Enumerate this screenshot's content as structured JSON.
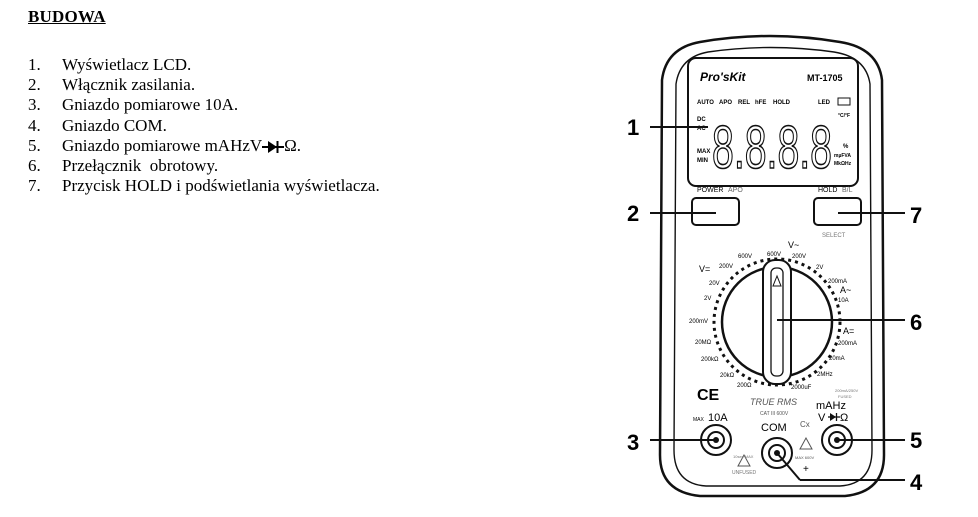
{
  "heading": "BUDOWA",
  "parts": [
    {
      "number": "1.",
      "text": "Wyświetlacz LCD."
    },
    {
      "number": "2.",
      "text": "Włącznik zasilania."
    },
    {
      "number": "3.",
      "text": "Gniazdo pomiarowe 10A."
    },
    {
      "number": "4.",
      "text": "Gniazdo COM."
    },
    {
      "number": "5.",
      "text": "Gniazdo pomiarowe mAHzV"
    },
    {
      "number": "6.",
      "text": "Przełącznik  obrotowy."
    },
    {
      "number": "7.",
      "text": "Przycisk HOLD i podświetlania wyświetlacza."
    }
  ],
  "part5_suffix": "Ω.",
  "meter": {
    "brand": "Pro'sKit",
    "model": "MT-1705",
    "lcd_top_labels": [
      "AUTO",
      "APO",
      "REL",
      "hFE",
      "HOLD",
      "LED"
    ],
    "lcd_digits": "8.8.8.8",
    "lcd_left_labels": [
      "DC",
      "AC",
      "MAX",
      "MIN"
    ],
    "lcd_right_labels": [
      "°C/°F",
      "%",
      "mµFVA",
      "MkΩHz"
    ],
    "power_label": "POWER",
    "apo_label": "APO",
    "hold_label": "HOLD",
    "bl_label": "B/L",
    "select_label": "SELECT",
    "dial_labels": [
      "V~",
      "600V",
      "200V",
      "2V",
      "200mA",
      "A~",
      "10A",
      "A=",
      "200mA",
      "20mA",
      "2MHz",
      "2000uF",
      "200Ω",
      "20kΩ",
      "200kΩ",
      "20MΩ",
      "200mV",
      "2V",
      "20V",
      "200V",
      "600V",
      "V="
    ],
    "true_rms": "TRUE RMS",
    "cat_rating": "CAT III 600V",
    "socket_10a": "10A",
    "max_label": "MAX",
    "socket_com": "COM",
    "cx_label": "Cx",
    "socket_right_top": "mAHz",
    "socket_right_bottom": "V",
    "fused_label": "FUSED",
    "unfused_label": "UNFUSED",
    "max_600v": "MAX 600V",
    "warn_10a": "10sec MAX",
    "warn_ma": "200mA/250V",
    "callouts": [
      "1",
      "2",
      "3",
      "4",
      "5",
      "6",
      "7"
    ]
  }
}
